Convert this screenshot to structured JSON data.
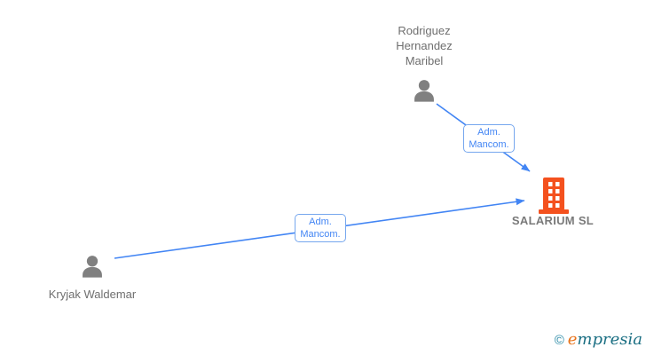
{
  "diagram": {
    "type": "ownership-network-graph",
    "background_color": "#ffffff",
    "nodes": [
      {
        "id": "person-rodriguez",
        "type": "person",
        "label": "Rodriguez Hernandez Maribel",
        "icon": "person-silhouette",
        "icon_color": "#808080"
      },
      {
        "id": "person-kryjak",
        "type": "person",
        "label": "Kryjak Waldemar",
        "icon": "person-silhouette",
        "icon_color": "#808080"
      },
      {
        "id": "company-salarium",
        "type": "company",
        "label": "SALARIUM SL",
        "icon": "office-building",
        "icon_color": "#f4511e"
      }
    ],
    "edges": [
      {
        "from": "person-rodriguez",
        "to": "company-salarium",
        "label": "Adm. Mancom.",
        "color": "#4285f4"
      },
      {
        "from": "person-kryjak",
        "to": "company-salarium",
        "label": "Adm. Mancom.",
        "color": "#4285f4"
      }
    ],
    "colors": {
      "edge_blue": "#4285f4",
      "edge_label_border": "#76a7ee",
      "edge_label_text": "#4285f4",
      "person_icon_gray": "#808080",
      "node_text_gray": "#6f6f6f",
      "company_orange": "#f4511e",
      "watermark_teal": "#1b6f83",
      "watermark_orange": "#e8731a"
    },
    "watermark": {
      "symbol": "©",
      "brand_accent": "e",
      "brand_rest": "mpresia"
    }
  }
}
